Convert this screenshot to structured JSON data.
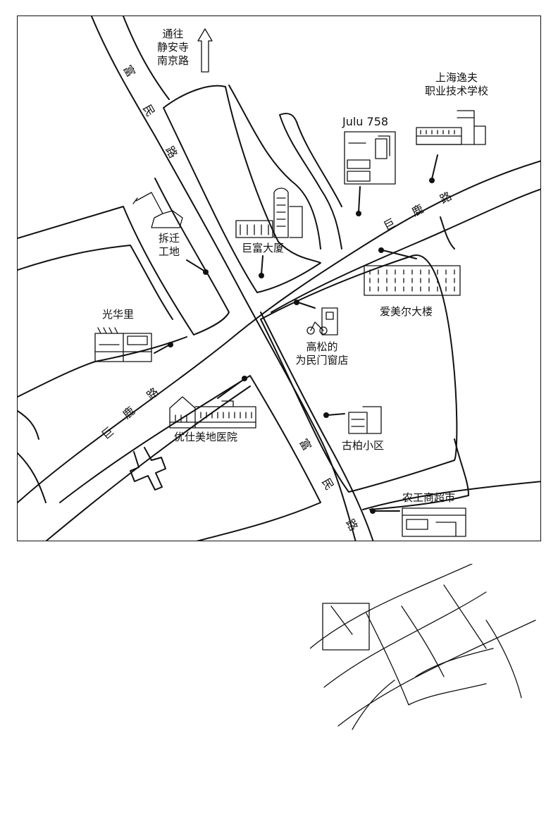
{
  "map": {
    "direction_label": [
      "通往",
      "静安寺",
      "南京路"
    ],
    "roads": {
      "fumin_upper": [
        "富",
        "民",
        "路"
      ],
      "fumin_lower": [
        "富",
        "民",
        "路"
      ],
      "julu_right": [
        "巨",
        "鹿",
        "路"
      ],
      "julu_left": [
        "巨",
        "鹿",
        "路"
      ]
    },
    "places": {
      "shanghai_yifu": [
        "上海逸夫",
        "职业技术学校"
      ],
      "julu758": "Julu 758",
      "demolition": [
        "拆迁",
        "工地"
      ],
      "jufu": "巨富大厦",
      "aimeier": "爱美尔大楼",
      "guanghuali": "光华里",
      "gaosong": [
        "高松的",
        "为民门窗店"
      ],
      "youshimei": "优仕美地医院",
      "gubo": "古柏小区",
      "nonggongshang": "农工商超市"
    },
    "icons": [
      "north-arrow-icon",
      "school-icon",
      "julu758-building-icon",
      "excavator-icon",
      "tower-icon",
      "apartment-block-icon",
      "lane-house-icon",
      "scooter-shop-icon",
      "villa-hospital-icon",
      "residence-icon",
      "supermarket-icon"
    ]
  },
  "inset": {
    "icons": [
      "locator-box-icon"
    ]
  }
}
